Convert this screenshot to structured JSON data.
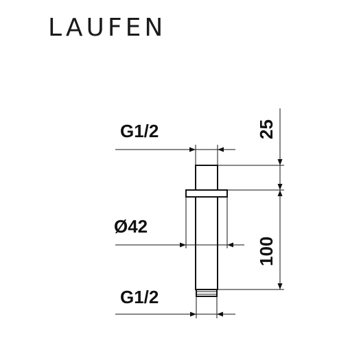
{
  "brand": {
    "logo_text": "LAUFEN"
  },
  "dimensions": {
    "top_thread": "G1/2",
    "diameter": "Ø42",
    "bottom_thread": "G1/2",
    "top_length": "25",
    "main_length": "100"
  },
  "colors": {
    "line": "#111111",
    "background": "#ffffff"
  }
}
